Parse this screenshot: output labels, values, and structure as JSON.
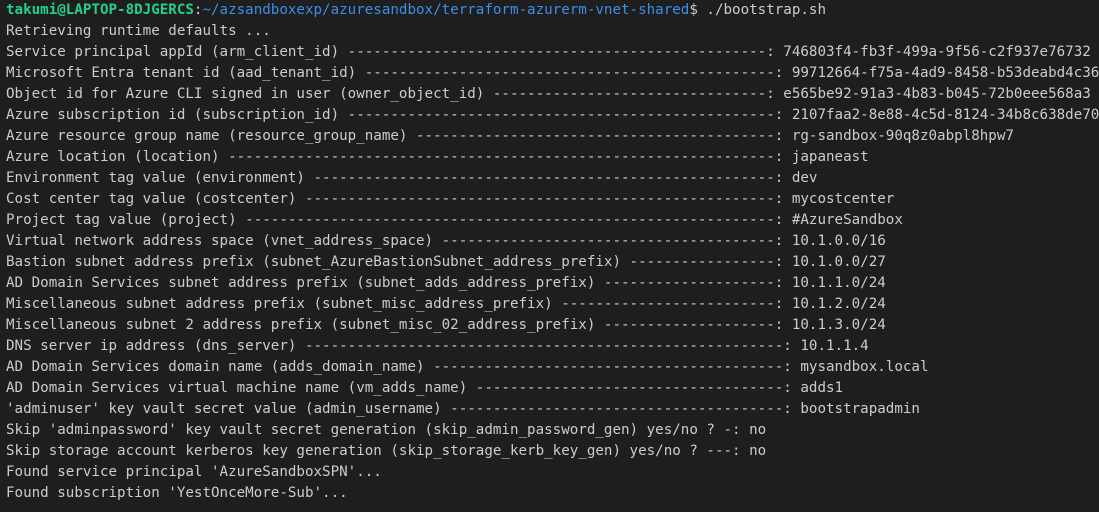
{
  "prompt": {
    "user_host": "takumi@LAPTOP-8DJGERCS",
    "separator": ":",
    "path": "~/azsandboxexp/azuresandbox/terraform-azurerm-vnet-shared",
    "symbol_and_command": "$ ./bootstrap.sh"
  },
  "output": [
    "Retrieving runtime defaults ...",
    "Service principal appId (arm_client_id) -------------------------------------------------: 746803f4-fb3f-499a-9f56-c2f937e76732",
    "Microsoft Entra tenant id (aad_tenant_id) ------------------------------------------------: 99712664-f75a-4ad9-8458-b53deabd4c36",
    "Object id for Azure CLI signed in user (owner_object_id) --------------------------------: e565be92-91a3-4b83-b045-72b0eee568a3",
    "Azure subscription id (subscription_id) --------------------------------------------------: 2107faa2-8e88-4c5d-8124-34b8c638de70",
    "Azure resource group name (resource_group_name) ------------------------------------------: rg-sandbox-90q8z0abpl8hpw7",
    "Azure location (location) ----------------------------------------------------------------: japaneast",
    "Environment tag value (environment) ------------------------------------------------------: dev",
    "Cost center tag value (costcenter) -------------------------------------------------------: mycostcenter",
    "Project tag value (project) --------------------------------------------------------------: #AzureSandbox",
    "Virtual network address space (vnet_address_space) ---------------------------------------: 10.1.0.0/16",
    "Bastion subnet address prefix (subnet_AzureBastionSubnet_address_prefix) -----------------: 10.1.0.0/27",
    "AD Domain Services subnet address prefix (subnet_adds_address_prefix) --------------------: 10.1.1.0/24",
    "Miscellaneous subnet address prefix (subnet_misc_address_prefix) -------------------------: 10.1.2.0/24",
    "Miscellaneous subnet 2 address prefix (subnet_misc_02_address_prefix) --------------------: 10.1.3.0/24",
    "DNS server ip address (dns_server) --------------------------------------------------------: 10.1.1.4",
    "AD Domain Services domain name (adds_domain_name) -----------------------------------------: mysandbox.local",
    "AD Domain Services virtual machine name (vm_adds_name) ------------------------------------: adds1",
    "'adminuser' key vault secret value (admin_username) ---------------------------------------: bootstrapadmin",
    "Skip 'adminpassword' key vault secret generation (skip_admin_password_gen) yes/no ? -: no",
    "Skip storage account kerberos key generation (skip_storage_kerb_key_gen) yes/no ? ---: no",
    "Found service principal 'AzureSandboxSPN'...",
    "Found subscription 'YestOnceMore-Sub'..."
  ]
}
